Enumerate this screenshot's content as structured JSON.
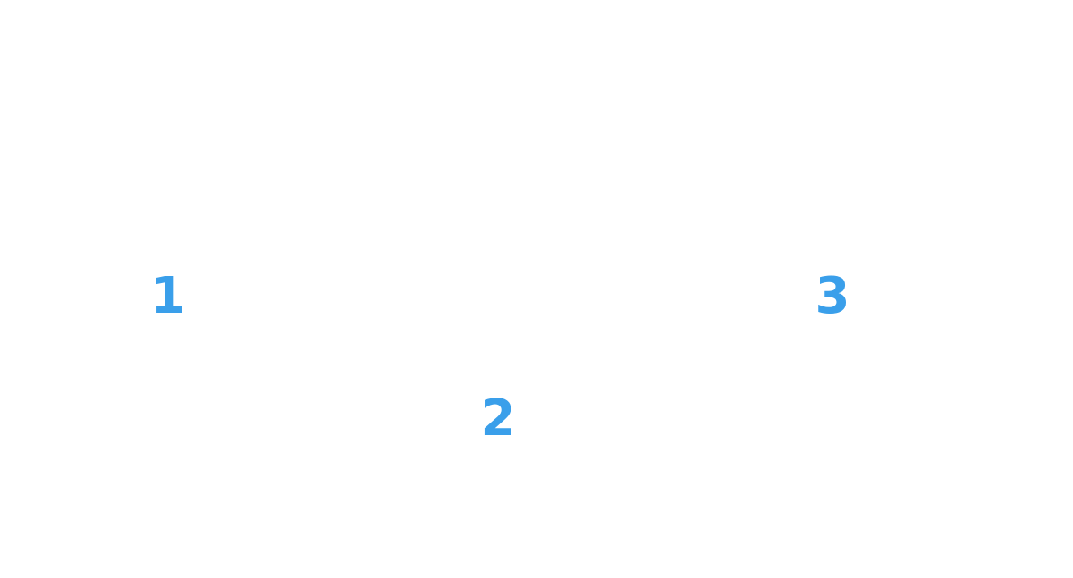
{
  "colors": {
    "background": "#ffffff",
    "number": "#3a9fea"
  },
  "steps": [
    {
      "label": "1"
    },
    {
      "label": "2"
    },
    {
      "label": "3"
    }
  ]
}
